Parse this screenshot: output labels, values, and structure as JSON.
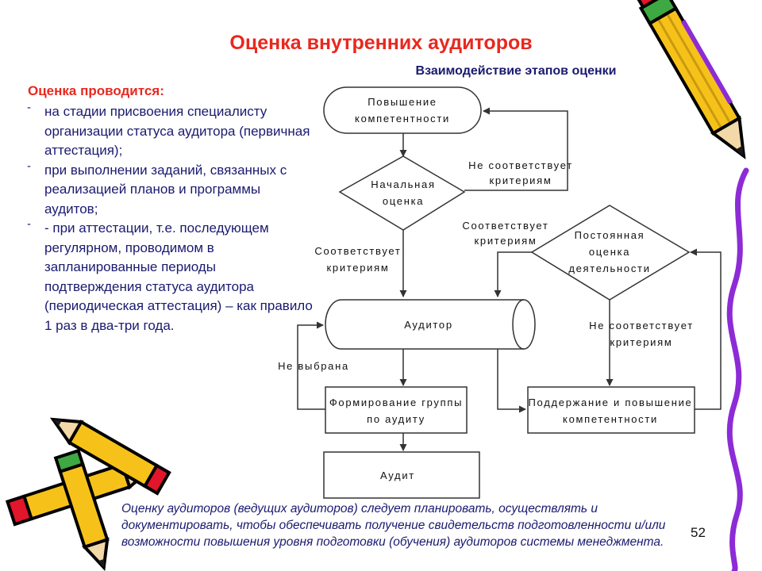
{
  "title": "Оценка внутренних аудиторов",
  "diagram_caption": "Взаимодействие этапов оценки",
  "left_panel": {
    "heading": "Оценка проводится:",
    "items": [
      "на стадии присвоения специалисту организации статуса аудитора (первичная аттестация);",
      "при выполнении заданий, связанных с реализацией планов и программы аудитов;",
      "- при аттестации, т.е. последующем регулярном, проводимом в запланированные периоды подтверждения статуса аудитора (периодическая аттестация) – как правило 1 раз в два-три года."
    ]
  },
  "flowchart": {
    "nodes": {
      "competence_top": [
        "Повышение",
        "компетентности"
      ],
      "initial_eval": [
        "Начальная",
        "оценка"
      ],
      "constant_eval": [
        "Постоянная",
        "оценка",
        "деятельности"
      ],
      "auditor": [
        "Аудитор"
      ],
      "form_group": [
        "Формирование группы",
        "по аудиту"
      ],
      "maintain": [
        "Поддержание и повышение",
        "компетентности"
      ],
      "audit": [
        "Аудит"
      ]
    },
    "labels": {
      "not_match_top": [
        "Не соответствует",
        "критериям"
      ],
      "match_left": [
        "Соответствует",
        "критериям"
      ],
      "match_mid": [
        "Соответствует",
        "критериям"
      ],
      "not_match_right": [
        "Не соответствует",
        "критериям"
      ],
      "not_selected": [
        "Не выбрана"
      ]
    }
  },
  "bottom_note": "Оценку аудиторов (ведущих аудиторов) следует планировать, осуществлять и документировать, чтобы обеспечивать получение свидетельств подготовленности и/или возможности повышения уровня подготовки (обучения) аудиторов системы менеджмента.",
  "page_number": "52",
  "colors": {
    "title": "#e8281f",
    "body_text": "#1a1a70",
    "lines": "#333333",
    "pencil_body": "#f6c21a",
    "pencil_eraser": "#e2152a",
    "pencil_band": "#3ea842",
    "swirl": "#8d2bd6"
  }
}
